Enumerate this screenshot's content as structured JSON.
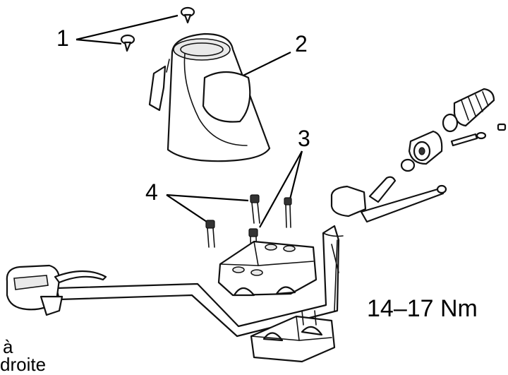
{
  "callouts": {
    "c1": "1",
    "c2": "2",
    "c3": "3",
    "c4": "4"
  },
  "torque_spec": "14–17 Nm",
  "caption": {
    "line1": "à",
    "line2": "droite"
  }
}
